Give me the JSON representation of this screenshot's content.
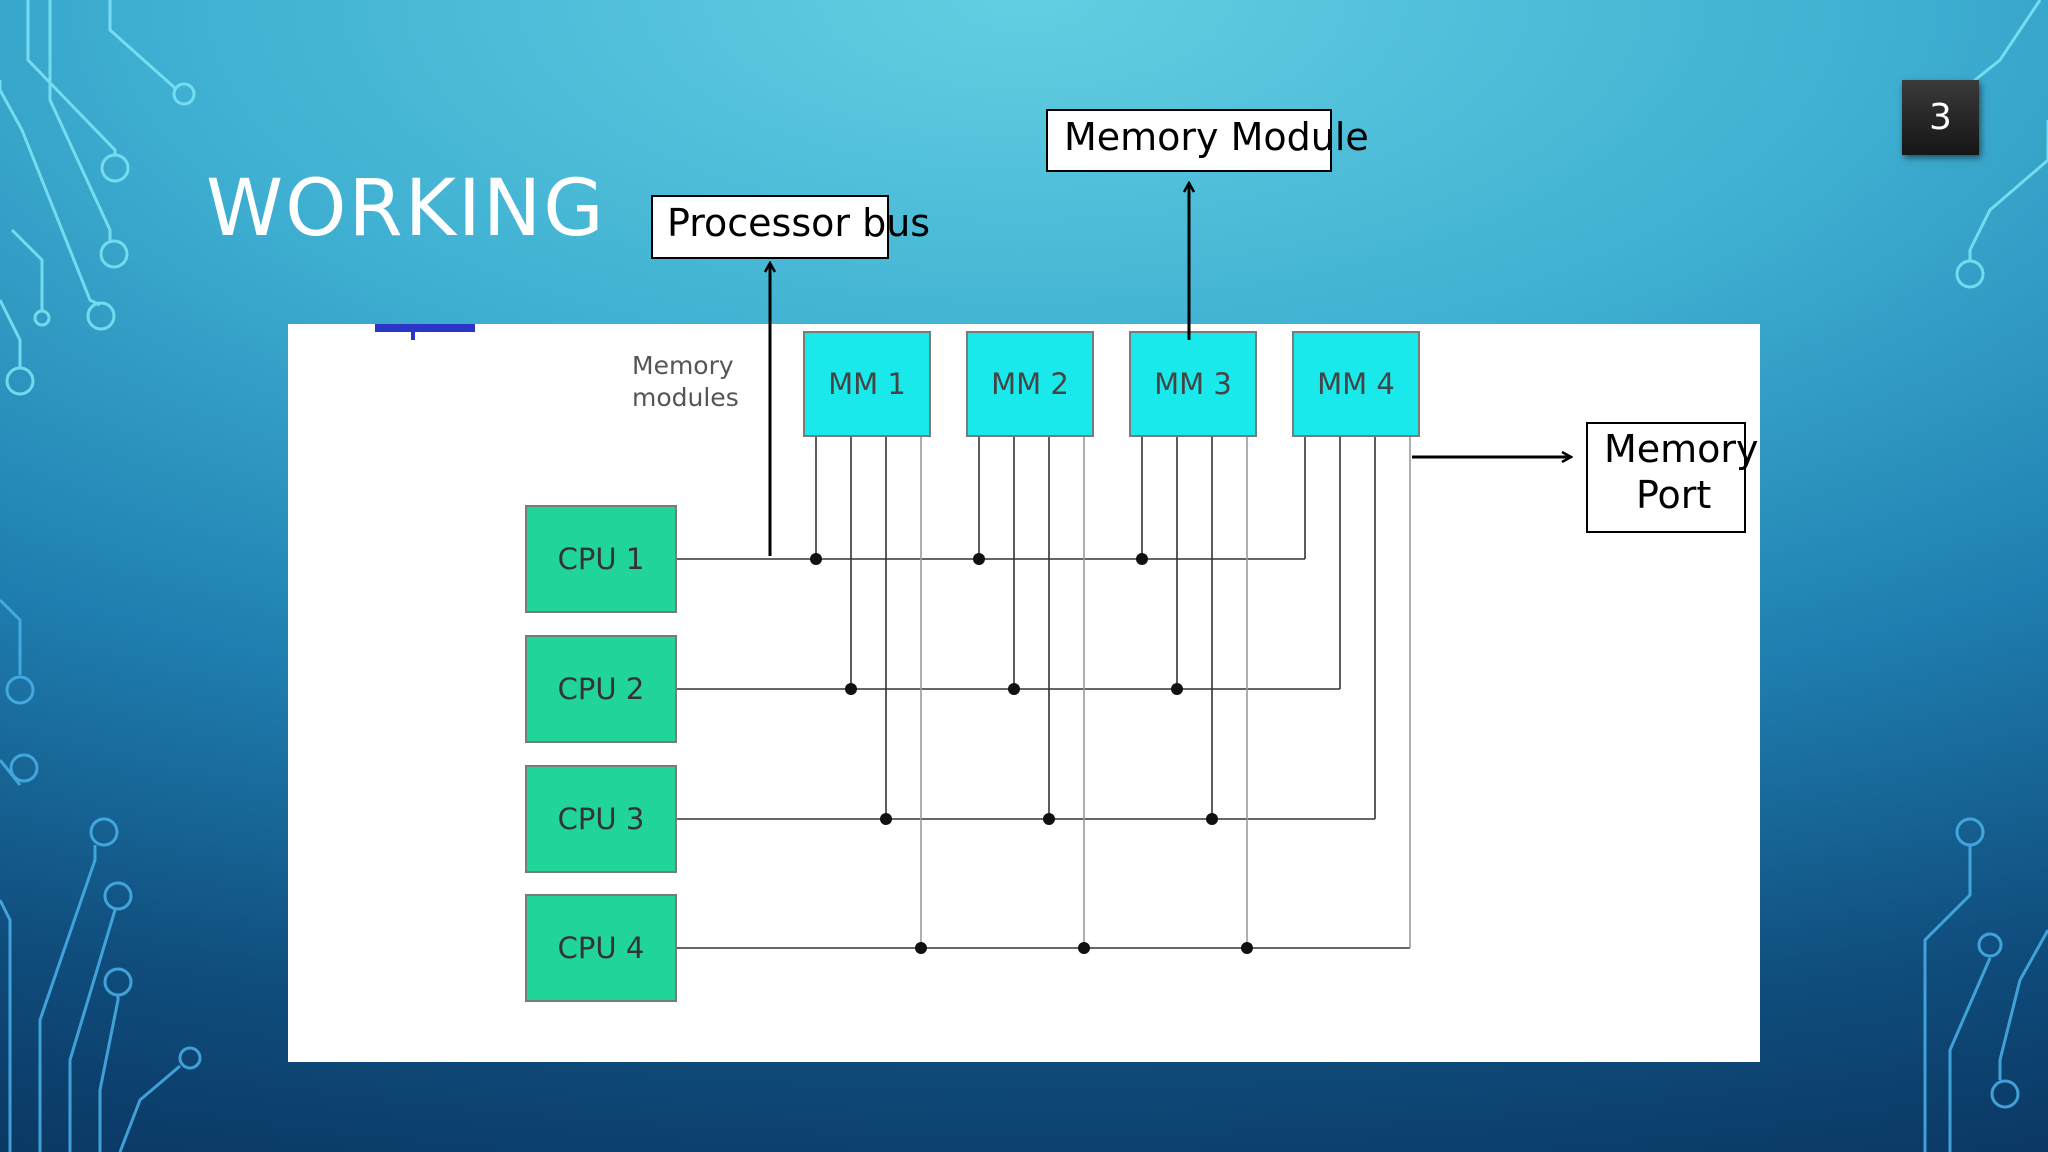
{
  "slide": {
    "title": "WORKING",
    "page_number": "3"
  },
  "callouts": {
    "processor_bus": "Processor bus",
    "memory_module": "Memory Module",
    "memory_port_line1": "Memory",
    "memory_port_line2": "Port"
  },
  "diagram": {
    "memory_modules_label_line1": "Memory",
    "memory_modules_label_line2": "modules",
    "memory_modules": [
      "MM 1",
      "MM 2",
      "MM 3",
      "MM 4"
    ],
    "cpus": [
      "CPU 1",
      "CPU 2",
      "CPU 3",
      "CPU 4"
    ]
  },
  "colors": {
    "mm_fill": "#1ae9ec",
    "cpu_fill": "#20d49a",
    "box_border": "#7a7a7a",
    "line": "#333333",
    "gray_line": "#9a9a9a"
  }
}
